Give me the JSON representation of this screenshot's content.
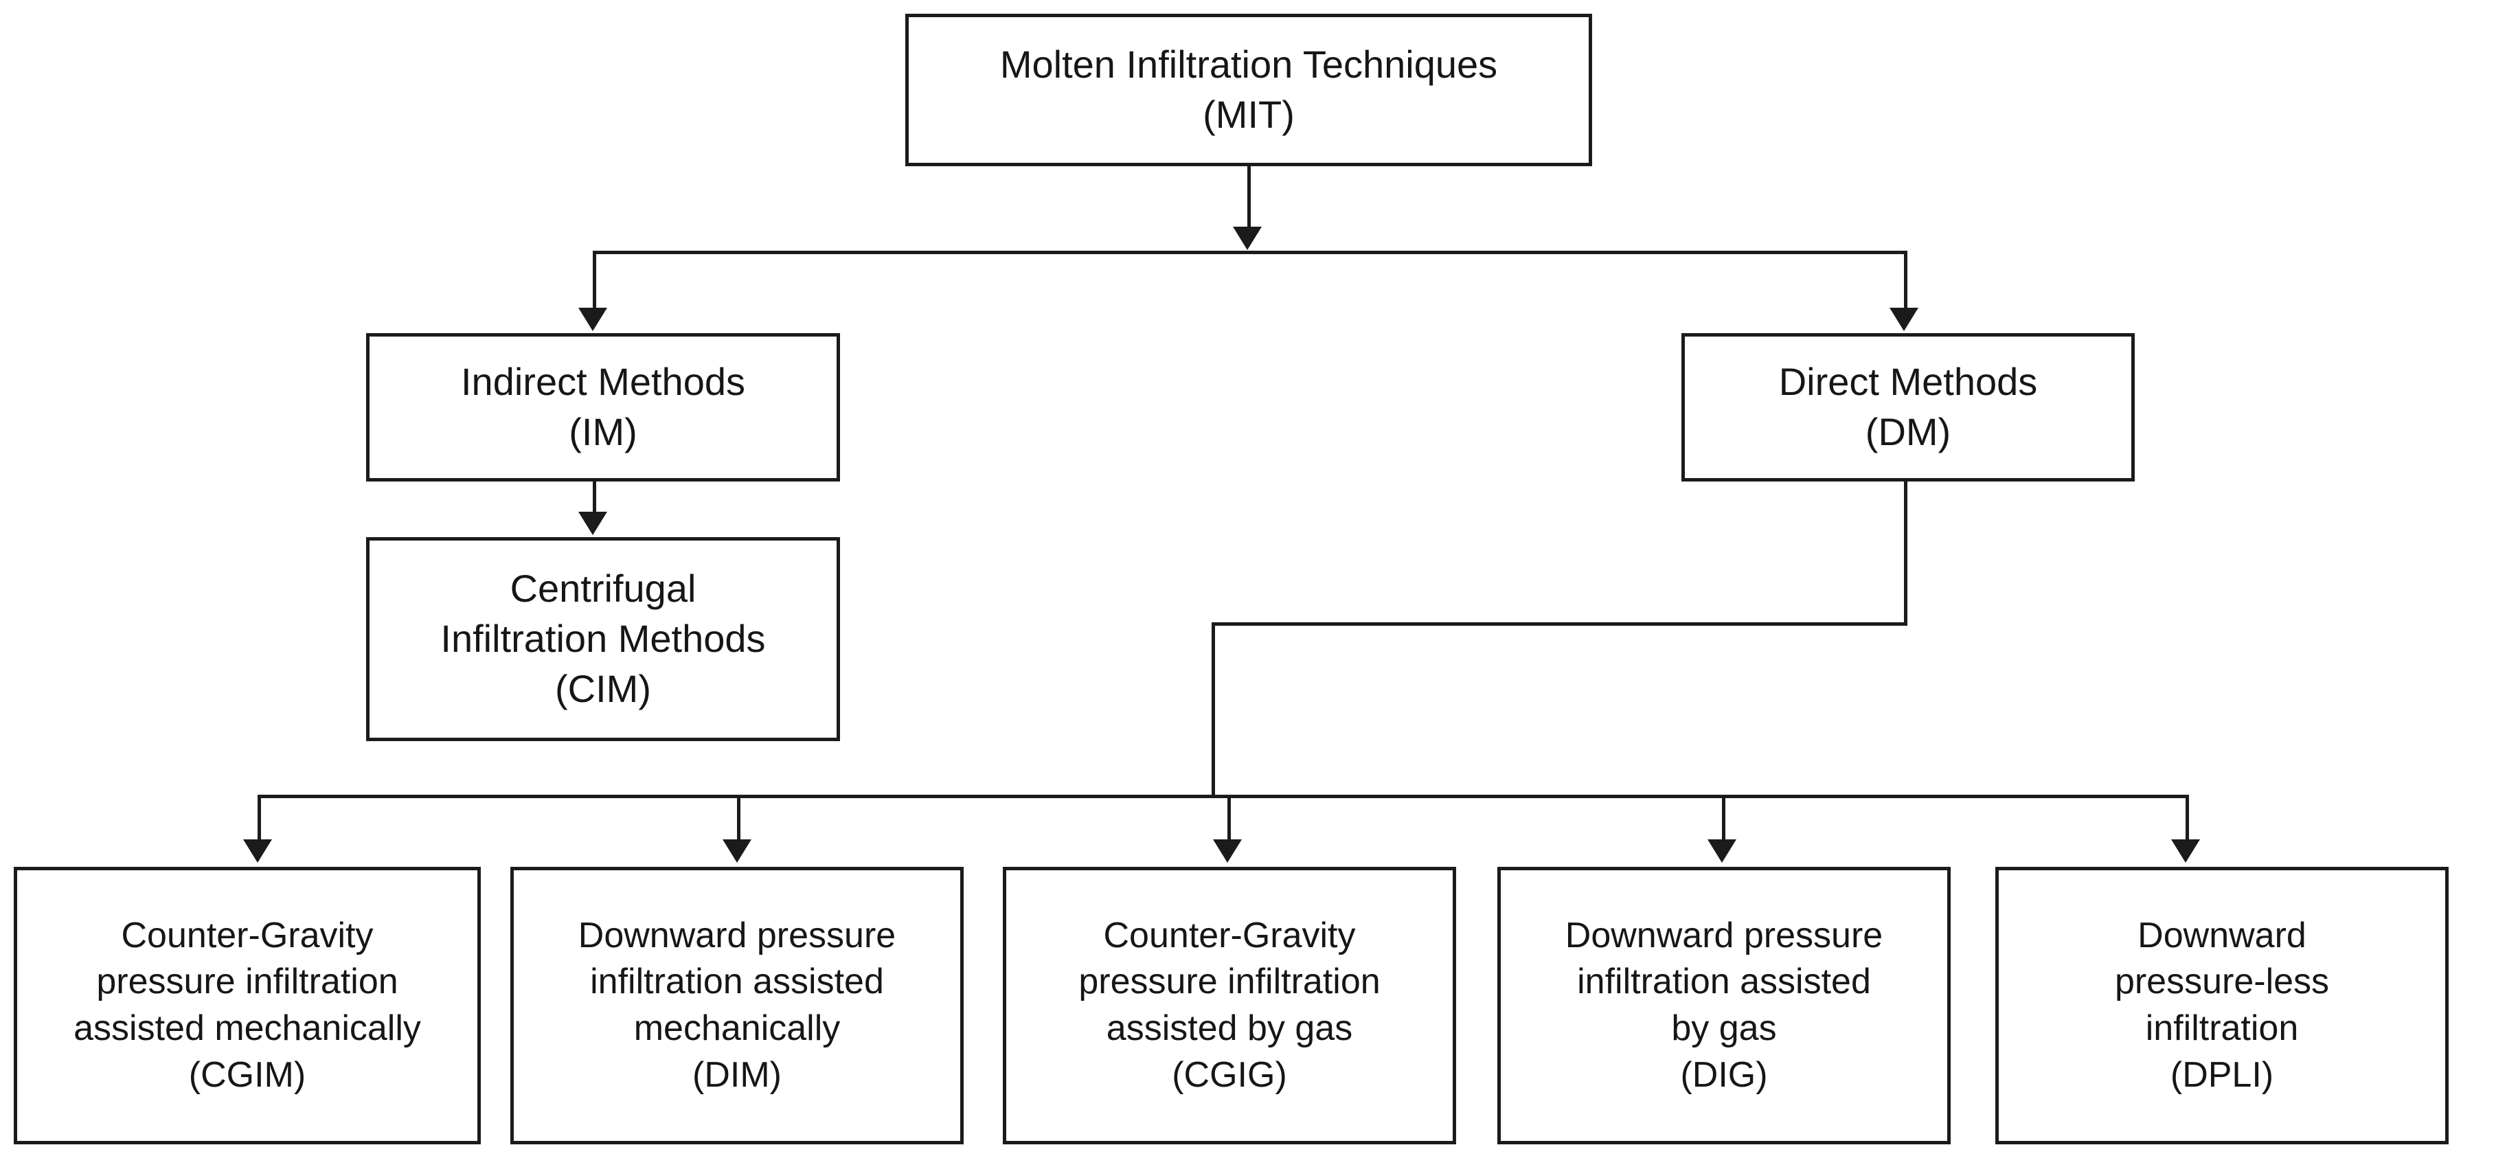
{
  "diagram": {
    "type": "flowchart",
    "orientation": "top-down",
    "background_color": "#ffffff",
    "line_color": "#1b1b1b",
    "text_color": "#161616",
    "nodes": {
      "mit": {
        "title": "Molten Infiltration Techniques",
        "abbrev": "(MIT)"
      },
      "im": {
        "title": "Indirect Methods",
        "abbrev": "(IM)"
      },
      "dm": {
        "title": "Direct Methods",
        "abbrev": "(DM)"
      },
      "cim": {
        "line1": "Centrifugal",
        "line2": "Infiltration Methods",
        "abbrev": "(CIM)"
      },
      "cgim": {
        "line1": "Counter-Gravity",
        "line2": "pressure infiltration",
        "line3": "assisted mechanically",
        "abbrev": "(CGIM)"
      },
      "dim": {
        "line1": "Downward pressure",
        "line2": "infiltration assisted",
        "line3": "mechanically",
        "abbrev": "(DIM)"
      },
      "cgig": {
        "line1": "Counter-Gravity",
        "line2": "pressure infiltration",
        "line3": "assisted by gas",
        "abbrev": "(CGIG)"
      },
      "dig": {
        "line1": "Downward pressure",
        "line2": "infiltration assisted",
        "line3": "by gas",
        "abbrev": "(DIG)"
      },
      "dpli": {
        "line1": "Downward",
        "line2": "pressure-less",
        "line3": "infiltration",
        "abbrev": "(DPLI)"
      }
    },
    "edges": [
      {
        "from": "mit",
        "to": "im"
      },
      {
        "from": "mit",
        "to": "dm"
      },
      {
        "from": "im",
        "to": "cim"
      },
      {
        "from": "dm",
        "to": "cgim"
      },
      {
        "from": "dm",
        "to": "dim"
      },
      {
        "from": "dm",
        "to": "cgig"
      },
      {
        "from": "dm",
        "to": "dig"
      },
      {
        "from": "dm",
        "to": "dpli"
      }
    ]
  }
}
